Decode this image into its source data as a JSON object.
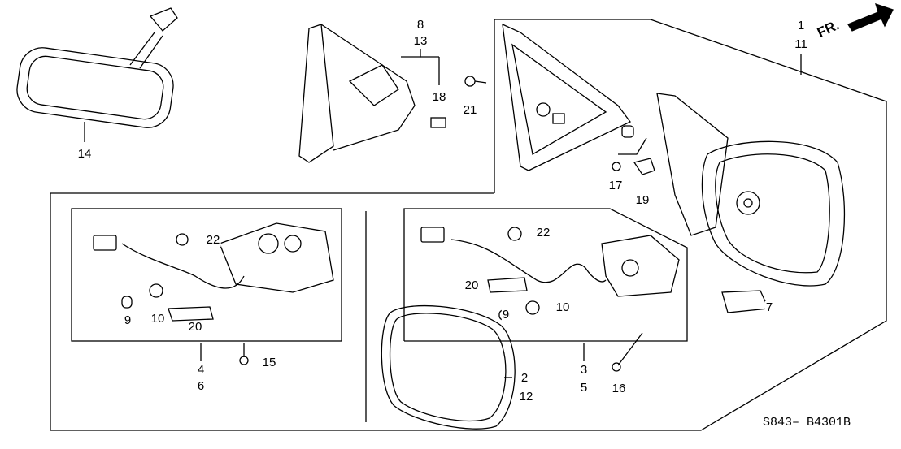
{
  "diagram_code": "S843– B4301B",
  "front_indicator": "FR.",
  "callouts": {
    "p1": "1",
    "p11": "11",
    "p8": "8",
    "p13": "13",
    "p18": "18",
    "p21": "21",
    "p14": "14",
    "l22": "22",
    "l9": "9",
    "l10": "10",
    "l20": "20",
    "p4": "4",
    "p6": "6",
    "p15": "15",
    "r22": "22",
    "r20": "20",
    "r10": "10",
    "r9": "9",
    "p3": "3",
    "p5": "5",
    "p2": "2",
    "p12": "12",
    "p16": "16",
    "p17": "17",
    "p19": "19",
    "p7": "7"
  }
}
